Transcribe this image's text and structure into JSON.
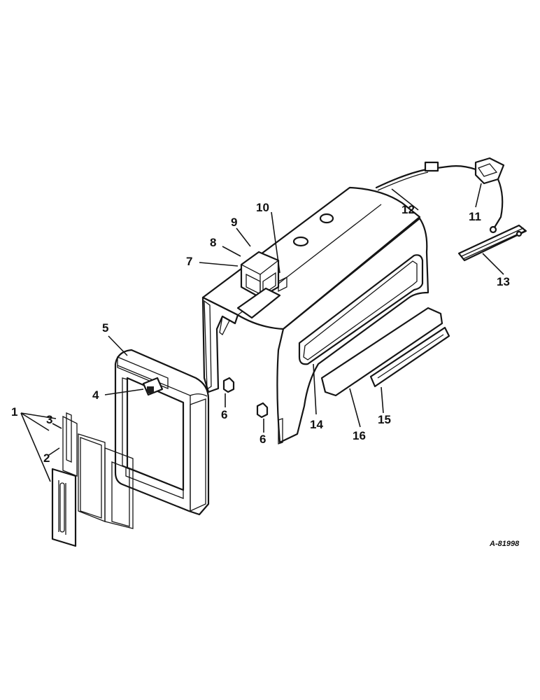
{
  "drawing_number": "A-81998",
  "callouts": {
    "c1": "1",
    "c2": "2",
    "c3": "3",
    "c4": "4",
    "c5": "5",
    "c6a": "6",
    "c6b": "6",
    "c7": "7",
    "c8": "8",
    "c9": "9",
    "c10": "10",
    "c11": "11",
    "c12": "12",
    "c13": "13",
    "c14": "14",
    "c15": "15",
    "c16": "16"
  },
  "colors": {
    "ink": "#151515",
    "paper": "#ffffff"
  }
}
